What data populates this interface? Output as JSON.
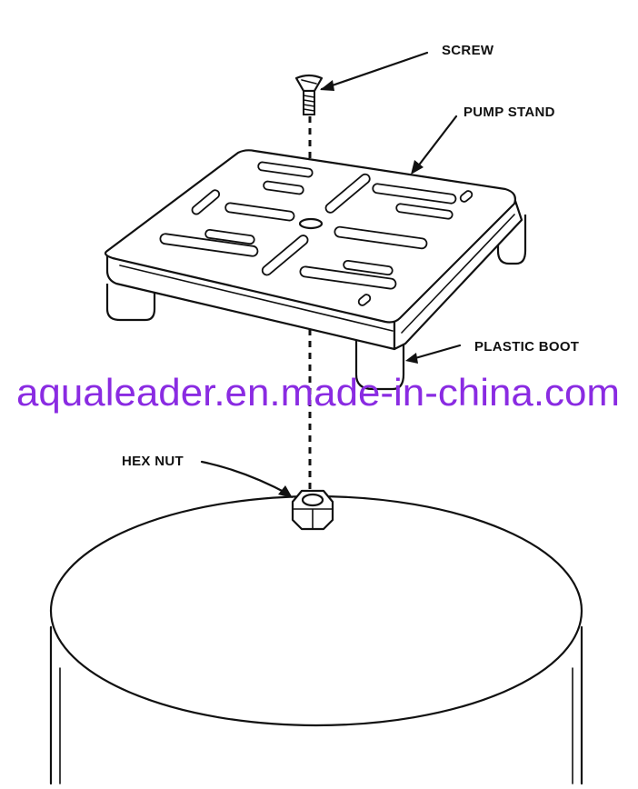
{
  "labels": {
    "screw": "SCREW",
    "pump_stand": "PUMP STAND",
    "plastic_boot": "PLASTIC BOOT",
    "hex_nut": "HEX NUT"
  },
  "watermark": "aqualeader.en.made-in-china.com",
  "colors": {
    "ink": "#111111",
    "watermark": "#8a2be2",
    "background": "#ffffff"
  }
}
